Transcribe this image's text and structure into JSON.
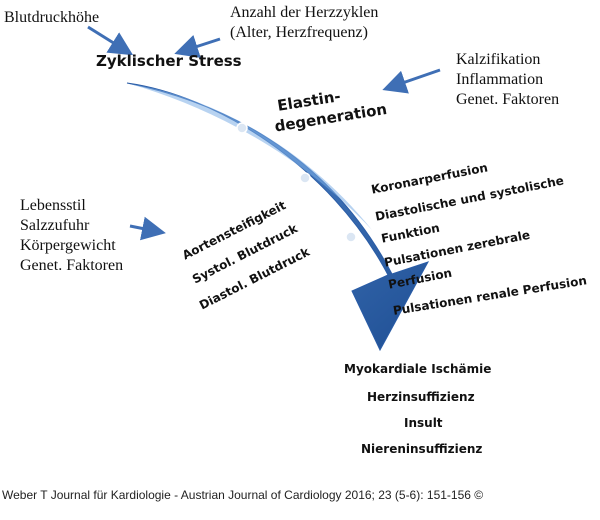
{
  "inputs": {
    "top_left": "Blutdruckhöhe",
    "top_center": [
      "Anzahl der Herzzyklen",
      "(Alter, Herzfrequenz)"
    ],
    "right_top": [
      "Kalzifikation",
      "Inflammation",
      "Genet. Faktoren"
    ],
    "left_middle": [
      "Lebensstil",
      "Salzzufuhr",
      "Körpergewicht",
      "Genet. Faktoren"
    ]
  },
  "core": {
    "stress": "Zyklischer Stress",
    "elastin": [
      "Elastin-",
      "degeneration"
    ]
  },
  "left_effects": [
    "Aortensteifigkeit",
    "Systol. Blutdruck",
    "Diastol. Blutdruck"
  ],
  "right_effects": [
    "Koronarperfusion",
    "Diastolische und systolische",
    "Funktion",
    "Pulsationen zerebrale",
    "Perfusion",
    "Pulsationen renale Perfusion"
  ],
  "outcomes": [
    "Myokardiale Ischämie",
    "Herzinsuffizienz",
    "Insult",
    "Niereninsuffizienz"
  ],
  "citation": "Weber T Journal für Kardiologie - Austrian Journal of Cardiology 2016; 23 (5-6): 151-156 ©",
  "colors": {
    "arrow_light": "#4d83c9",
    "arrow_dark": "#1f4f94",
    "input_arrow": "#3f6fb5"
  }
}
